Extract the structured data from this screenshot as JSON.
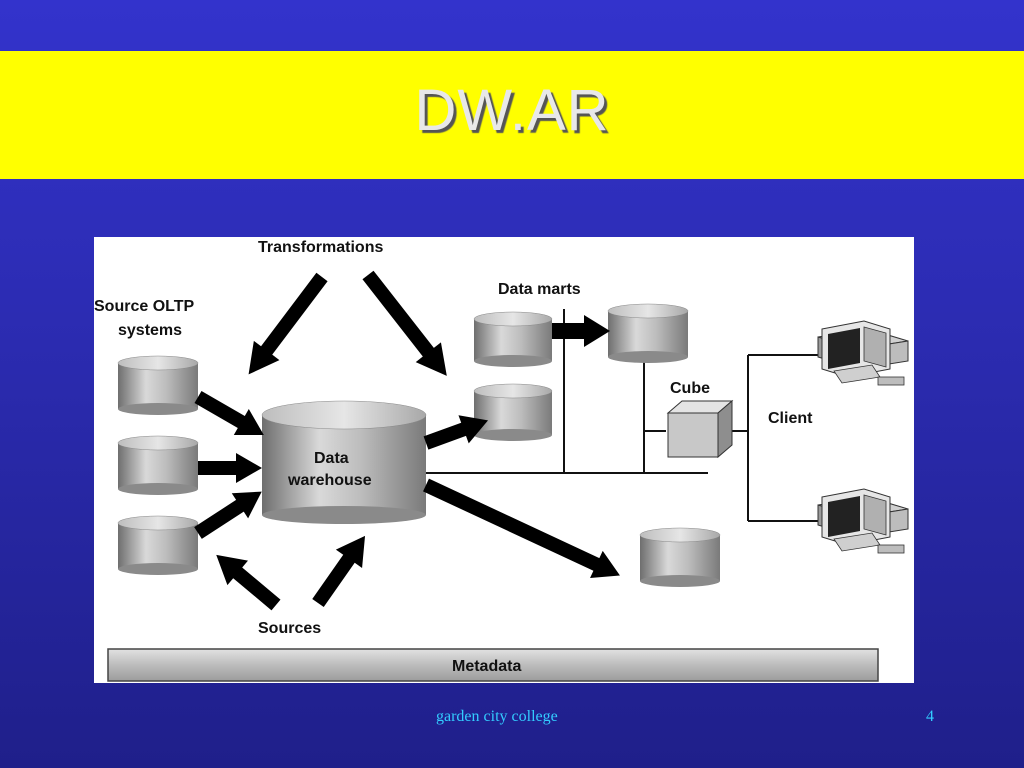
{
  "slide": {
    "title": "DW.AR",
    "footer": "garden city college",
    "page_number": "4"
  },
  "diagram": {
    "labels": {
      "transformations": "Transformations",
      "source_oltp_line1": "Source OLTP",
      "source_oltp_line2": "systems",
      "data_marts": "Data marts",
      "cube": "Cube",
      "client": "Client",
      "data_warehouse_line1": "Data",
      "data_warehouse_line2": "warehouse",
      "sources": "Sources",
      "metadata": "Metadata"
    }
  }
}
